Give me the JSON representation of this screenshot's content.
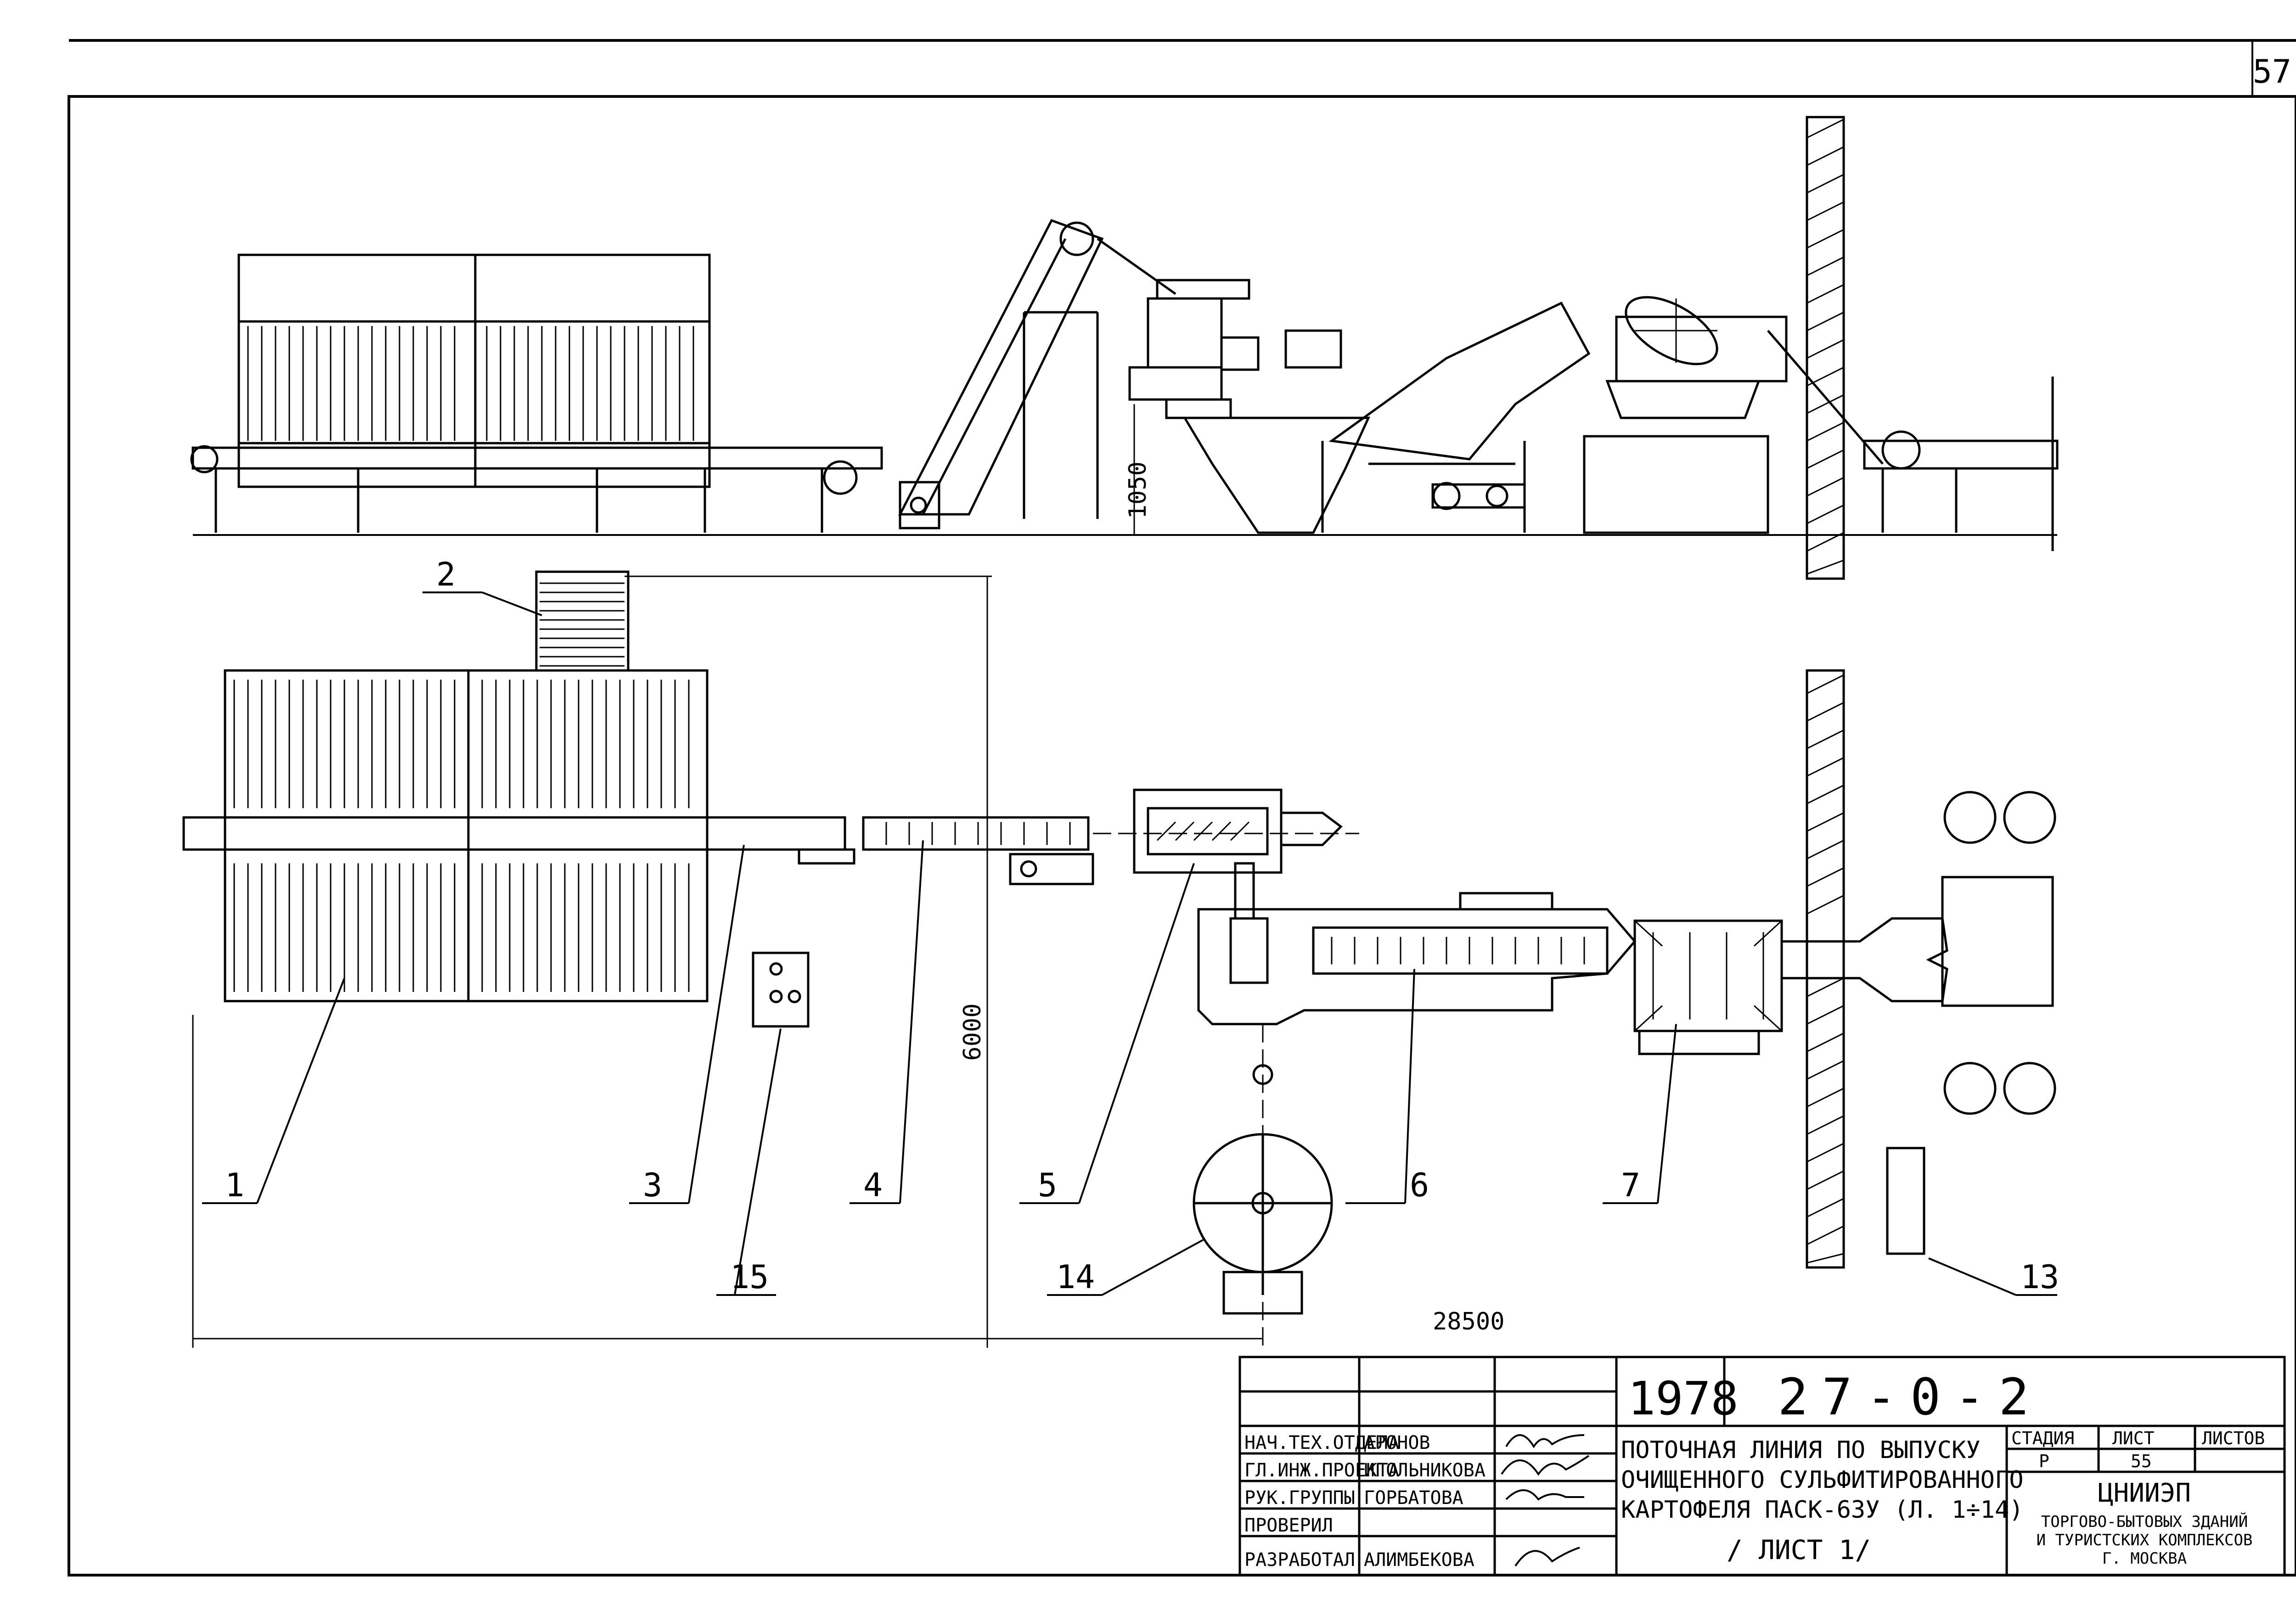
{
  "page_number": "57",
  "dimensions": {
    "height_hopper": "1050",
    "plan_width": "6000",
    "overall_length": "28500"
  },
  "callouts": [
    "1",
    "2",
    "3",
    "4",
    "5",
    "6",
    "7",
    "13",
    "14",
    "15"
  ],
  "title_block": {
    "year": "1978",
    "code": "27-0-2",
    "title_lines": [
      "ПОТОЧНАЯ ЛИНИЯ ПО ВЫПУСКУ",
      "ОЧИЩЕННОГО СУЛЬФИТИРОВАННОГО",
      "КАРТОФЕЛЯ ПАСК-63У (Л. 1÷14)",
      "/ ЛИСТ 1/"
    ],
    "roles": [
      {
        "role": "НАЧ.ТЕХ.ОТДЕЛА",
        "name": "АРОНОВ"
      },
      {
        "role": "ГЛ.ИНЖ.ПРОЕКТА",
        "name": "ИГОЛЬНИКОВА"
      },
      {
        "role": "РУК.ГРУППЫ",
        "name": "ГОРБАТОВА"
      },
      {
        "role": "ПРОВЕРИЛ",
        "name": ""
      },
      {
        "role": "РАЗРАБОТАЛ",
        "name": "АЛИМБЕКОВА"
      }
    ],
    "stage_header": "СТАДИЯ",
    "sheet_header": "ЛИСТ",
    "sheets_header": "ЛИСТОВ",
    "stage": "Р",
    "sheet": "55",
    "sheets": "",
    "org_name": "ЦНИИЭП",
    "org_line2": "ТОРГОВО-БЫТОВЫХ ЗДАНИЙ",
    "org_line3": "И ТУРИСТСКИХ КОМПЛЕКСОВ",
    "org_city": "Г. МОСКВА"
  }
}
